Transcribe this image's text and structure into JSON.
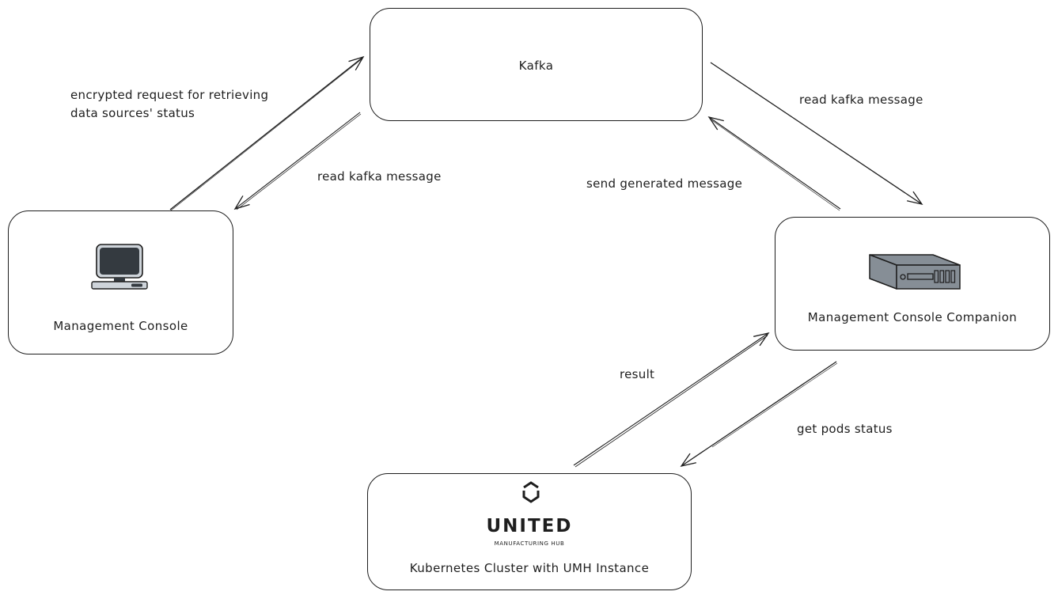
{
  "diagram": {
    "nodes": {
      "kafka": {
        "label": "Kafka"
      },
      "management_console": {
        "label": "Management Console",
        "icon": "desktop-computer-icon"
      },
      "companion": {
        "label": "Management Console Companion",
        "icon": "server-icon"
      },
      "k8s": {
        "label": "Kubernetes Cluster with UMH Instance",
        "icon": "umh-hexagon-logo-icon",
        "logo_word": "UNITED",
        "logo_subtitle": "MANUFACTURING HUB"
      }
    },
    "edges": [
      {
        "from": "Management Console",
        "to": "Kafka",
        "label_lines": [
          "encrypted request for retrieving",
          "data sources' status"
        ]
      },
      {
        "from": "Kafka",
        "to": "Management Console",
        "label": "read kafka message"
      },
      {
        "from": "Kafka",
        "to": "Management Console Companion",
        "label": "read kafka message"
      },
      {
        "from": "Management Console Companion",
        "to": "Kafka",
        "label": "send generated message"
      },
      {
        "from": "Kubernetes Cluster with UMH Instance",
        "to": "Management Console Companion",
        "label": "result"
      },
      {
        "from": "Management Console Companion",
        "to": "Kubernetes Cluster with UMH Instance",
        "label": "get pods status"
      }
    ],
    "colors": {
      "stroke": "#1e1e1e",
      "monitor_screen": "#343a40",
      "monitor_body": "#ced4da",
      "server_body": "#868e96"
    }
  }
}
